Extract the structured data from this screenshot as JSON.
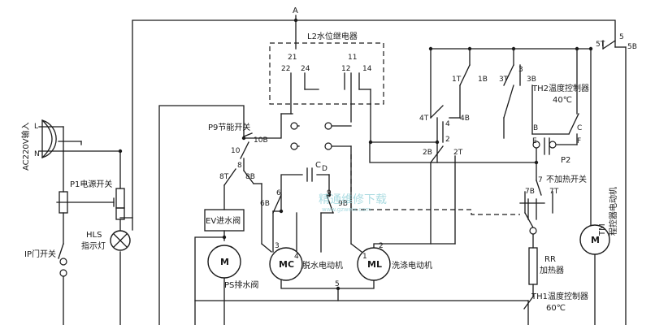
{
  "labels": {
    "node_a": "A",
    "l2_relay": "L2水位继电器",
    "l2_t21": "21",
    "l2_t22": "22",
    "l2_t24": "24",
    "l2_t11": "11",
    "l2_t12": "12",
    "l2_t14": "14",
    "ac_input": "AC220V输入",
    "ac_l": "L",
    "ac_n": "N",
    "p1_switch": "P1电源开关",
    "hls_lamp": "HLS",
    "hls_lamp_cn": "指示灯",
    "ip_door": "IP门开关",
    "p9_switch": "P9节能开关",
    "p9_t10": "10",
    "p9_t10b": "10B",
    "p9_t8": "8",
    "t8t": "8T",
    "t8b": "8B",
    "ev_valve": "EV进水阀",
    "ps_valve": "PS排水阀",
    "motor_m": "M",
    "mc": "MC",
    "mc_name": "脱水电动机",
    "ml": "ML",
    "ml_name": "洗涤电动机",
    "cap": "C",
    "cap_sub": "D",
    "t6b": "6B",
    "t6": "6",
    "t9": "9",
    "t9b": "9B",
    "t3": "3",
    "t4": "4",
    "t1": "1",
    "t2": "2",
    "t5": "5",
    "t1t": "1T",
    "t1b": "1B",
    "t4t": "4T",
    "t4b": "4B",
    "t4n": "4",
    "t2n": "2",
    "t2b": "2B",
    "t2t": "2T",
    "t3t": "3T",
    "t3n": "3",
    "t3b": "3B",
    "th2": "TH2温度控制器",
    "th2_temp": "40℃",
    "tb": "B",
    "tc": "C",
    "te": "E",
    "tf": "F",
    "p2": "P2",
    "p2_name": "不加热开关",
    "t7": "7",
    "t7b": "7B",
    "t7t": "7T",
    "rr": "RR",
    "rr_name": "加热器",
    "th1": "TH1温度控制器",
    "th1_temp": "60℃",
    "tm": "TM",
    "tm_name": "程控器电动机",
    "t5t": "5T",
    "t5n": "5",
    "t5b": "5B",
    "watermark": "精通维修下载",
    "watermark_url": "www.gzweix.com"
  }
}
